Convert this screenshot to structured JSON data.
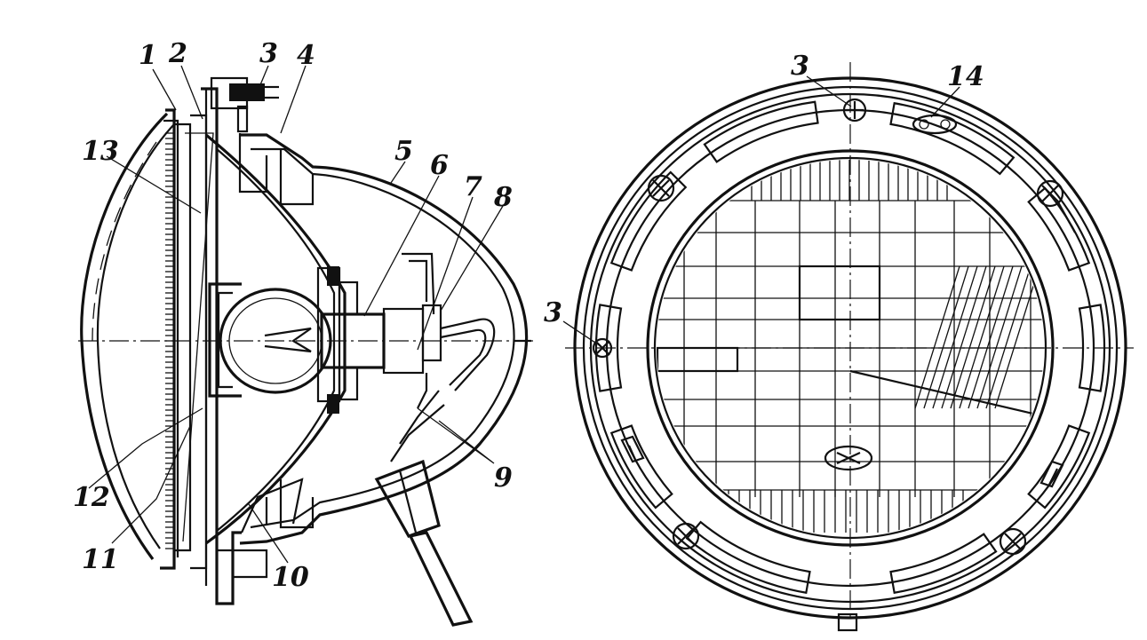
{
  "diagram": {
    "colors": {
      "ink": "#111111",
      "paper": "#ffffff"
    },
    "side_view_labels": [
      "1",
      "2",
      "3",
      "4",
      "5",
      "6",
      "7",
      "8",
      "9",
      "10",
      "11",
      "12",
      "13"
    ],
    "front_view_labels": [
      "3",
      "14",
      "3"
    ]
  }
}
